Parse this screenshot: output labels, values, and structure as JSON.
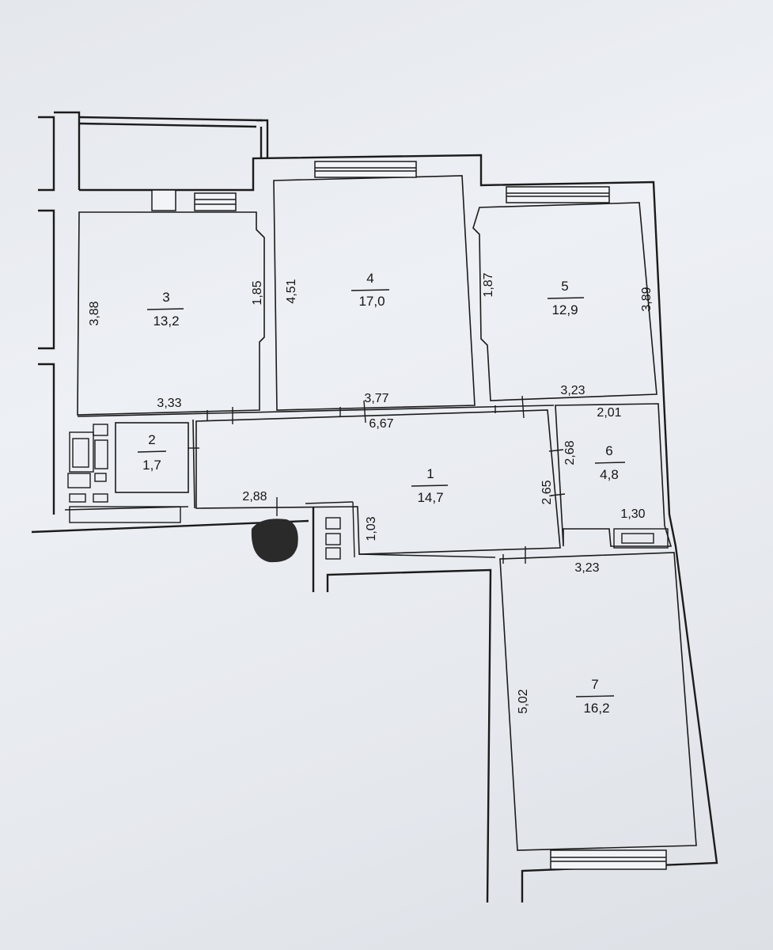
{
  "rooms": [
    {
      "id": "r1",
      "number": "1",
      "area": "14,7"
    },
    {
      "id": "r2",
      "number": "2",
      "area": "1,7"
    },
    {
      "id": "r3",
      "number": "3",
      "area": "13,2"
    },
    {
      "id": "r4",
      "number": "4",
      "area": "17,0"
    },
    {
      "id": "r5",
      "number": "5",
      "area": "12,9"
    },
    {
      "id": "r6",
      "number": "6",
      "area": "4,8"
    },
    {
      "id": "r7",
      "number": "7",
      "area": "16,2"
    }
  ],
  "dimensions": {
    "r3_height": "3,88",
    "r3_right": "1,85",
    "r3_width": "3,33",
    "r4_left": "4,51",
    "r4_width": "3,77",
    "corridor_width": "6,67",
    "r5_left": "1,87",
    "r5_height": "3,89",
    "r5_width": "3,23",
    "r6_width": "2,01",
    "r6_height": "2,68",
    "r6_bottom": "1,30",
    "corridor_right": "2,65",
    "corridor_bottom": "2,88",
    "corridor_step": "1,03",
    "r7_width": "3,23",
    "r7_height": "5,02"
  }
}
